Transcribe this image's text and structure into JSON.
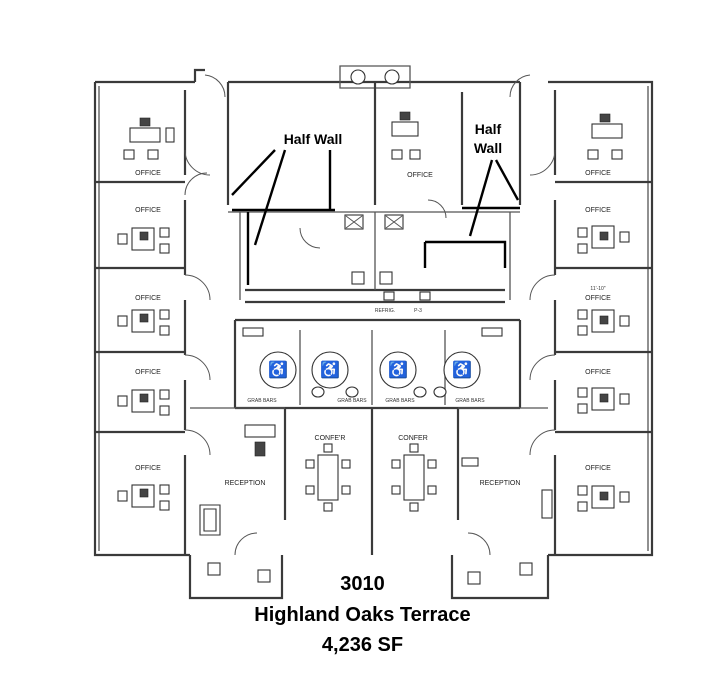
{
  "annotations": {
    "half_wall_left": "Half Wall",
    "half_wall_right_line1": "Half",
    "half_wall_right_line2": "Wall"
  },
  "rooms": {
    "office": "OFFICE",
    "conference_left": "CONFE'R",
    "conference_right": "CONFER",
    "reception_left": "RECEPTION",
    "reception_right": "RECEPTION",
    "grab_bars": "GRAB BARS",
    "dimension": "11'-10\"",
    "refrig": "REFRIG.",
    "p3": "P-3"
  },
  "caption": {
    "number": "3010",
    "street": "Highland Oaks Terrace",
    "area": "4,236 SF"
  },
  "colors": {
    "ink": "#333333",
    "annotation": "#000000",
    "background": "#ffffff"
  }
}
